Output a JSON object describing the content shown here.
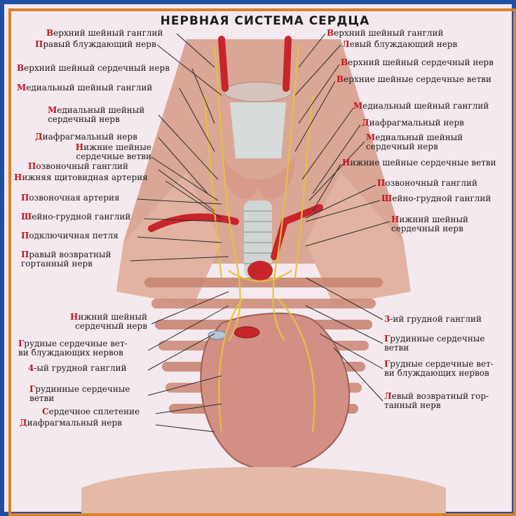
{
  "title": "НЕРВНАЯ СИСТЕМА СЕРДЦА",
  "left_labels": [
    "Верхний шейный ганглий",
    "Правый блуждающий нерв",
    "Верхний шейный сердечный нерв",
    "Медиальный шейный ганглий",
    "Медиальный шейный\nсердечный нерв",
    "Диафрагмальный нерв",
    "Нижние шейные\nсердечные ветви",
    "Позвоночный ганглий",
    "Нижняя щитовидная артерия",
    "Позвоночная артерия",
    "Шейно-грудной ганглий",
    "Подключичная петля",
    "Правый возвратный\nгортанный нерв",
    "Нижний шейный\nсердечный нерв",
    "Грудные сердечные вет-\nви блуждающих нервов",
    "4-ый грудной ганглий",
    "Грудинные сердечные\nветви",
    "Сердечное сплетение",
    "Диафрагмальный нерв"
  ],
  "right_labels": [
    "Верхний шейный ганглий",
    "Левый блуждающий нерв",
    "Верхний шейный сердечный нерв",
    "Верхние шейные сердечные ветви",
    "Медиальный шейный ганглий",
    "Диафрагмальный нерв",
    "Медиальный шейный\nсердечный нерв",
    "Нижние шейные сердечные ветви",
    "Позвоночный ганглий",
    "Шейно-грудной ганглий",
    "Нижний шейный\nсердечный нерв",
    "3-ий грудной ганглий",
    "Грудинные сердечные\nветви",
    "Грудные сердечные вет-\nви блуждающих нервов",
    "Левый возвратный гор-\nтанный нерв"
  ],
  "colors": {
    "frame": "#1f4fa3",
    "border": "#d9802a",
    "background": "#f4e9ee",
    "label_initial": "#c41420",
    "nerve": "#e6c23a",
    "vessel": "#c8242c",
    "muscle": "#d59a86",
    "heart": "#d38f86"
  }
}
